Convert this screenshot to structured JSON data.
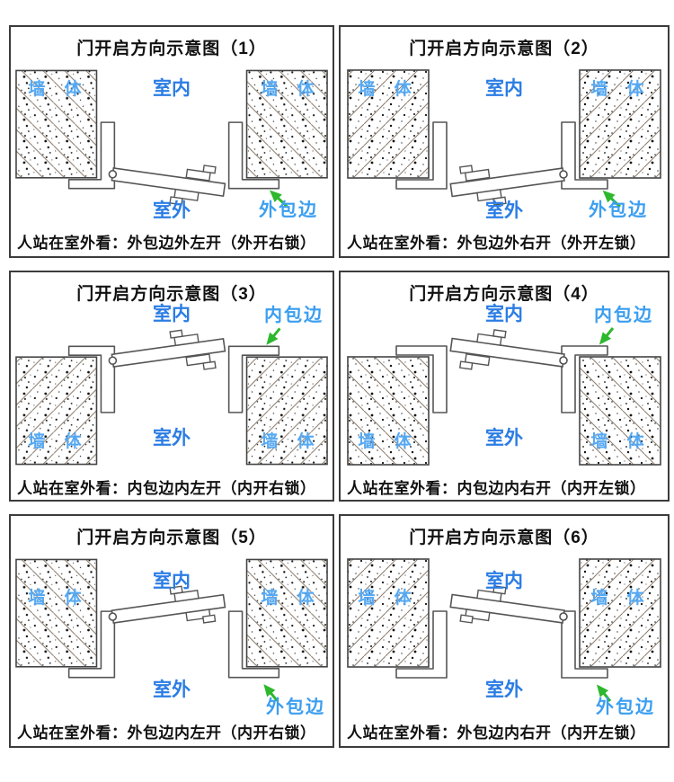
{
  "colors": {
    "background": "#ffffff",
    "panel_border": "#3c3c3c",
    "text_black": "#111111",
    "label_blue": "#2b7de4",
    "wall_label_blue": "#55a8f2",
    "edge_label_blue": "#3b9ef0",
    "arrow_green": "#2db82d",
    "line_gray": "#555555",
    "hatch_line": "#8a7b6c"
  },
  "panels": [
    {
      "number": "1",
      "title": "门开启方向示意图（1）",
      "caption": "人站在室外看：外包边外左开（外开右锁）",
      "labels": {
        "wall": "墙 体",
        "indoor": "室内",
        "outdoor": "室外",
        "edge": "外包边"
      },
      "orientation": {
        "walls_position": "top",
        "hinge_side": "left",
        "door_swing": "outward"
      }
    },
    {
      "number": "2",
      "title": "门开启方向示意图（2）",
      "caption": "人站在室外看：外包边外右开（外开左锁）",
      "labels": {
        "wall": "墙 体",
        "indoor": "室内",
        "outdoor": "室外",
        "edge": "外包边"
      },
      "orientation": {
        "walls_position": "top",
        "hinge_side": "right",
        "door_swing": "outward"
      }
    },
    {
      "number": "3",
      "title": "门开启方向示意图（3）",
      "caption": "人站在室外看：内包边内左开（内开右锁）",
      "labels": {
        "wall": "墙 体",
        "indoor": "室内",
        "outdoor": "室外",
        "edge": "内包边"
      },
      "orientation": {
        "walls_position": "bottom",
        "hinge_side": "left",
        "door_swing": "inward"
      }
    },
    {
      "number": "4",
      "title": "门开启方向示意图（4）",
      "caption": "人站在室外看：内包边内右开（内开左锁）",
      "labels": {
        "wall": "墙 体",
        "indoor": "室内",
        "outdoor": "室外",
        "edge": "内包边"
      },
      "orientation": {
        "walls_position": "bottom",
        "hinge_side": "right",
        "door_swing": "inward"
      }
    },
    {
      "number": "5",
      "title": "门开启方向示意图（5）",
      "caption": "人站在室外看：外包边内左开（内开右锁）",
      "labels": {
        "wall": "墙 体",
        "indoor": "室内",
        "outdoor": "室外",
        "edge": "外包边"
      },
      "orientation": {
        "walls_position": "top",
        "hinge_side": "left",
        "door_swing": "inward"
      }
    },
    {
      "number": "6",
      "title": "门开启方向示意图（6）",
      "caption": "人站在室外看：外包边内右开（内开左锁）",
      "labels": {
        "wall": "墙 体",
        "indoor": "室内",
        "outdoor": "室外",
        "edge": "外包边"
      },
      "orientation": {
        "walls_position": "top",
        "hinge_side": "right",
        "door_swing": "inward"
      }
    }
  ]
}
